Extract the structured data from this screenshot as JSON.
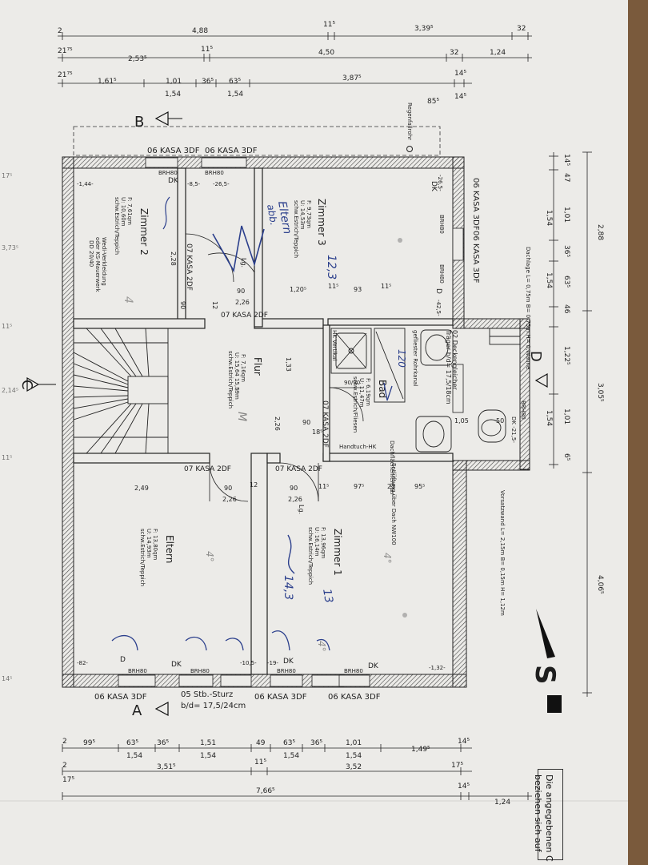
{
  "dims_top": {
    "row1": [
      "2",
      "4,88",
      "11⁵",
      "3,39⁵",
      "32"
    ],
    "row2": [
      "21⁷⁵",
      "2,53⁵",
      "11⁵",
      "4,50",
      "32",
      "1,24"
    ],
    "row3": [
      "21⁷⁵",
      "1,61⁵",
      "1,01",
      "36⁵",
      "63⁵",
      "3,87⁵",
      "14⁵"
    ],
    "row3b": [
      "1,54",
      "1,54",
      "85⁵",
      "14⁵"
    ]
  },
  "dims_bottom": {
    "row1": [
      "2",
      "99⁵",
      "63⁵",
      "36⁵",
      "1,51",
      "49",
      "63⁵",
      "36⁵",
      "1,01",
      "1,49⁵",
      "14⁵"
    ],
    "row1b": [
      "1,54",
      "1,54",
      "1,54",
      "1,54"
    ],
    "row2": [
      "2",
      "3,51⁵",
      "11⁵",
      "3,52",
      "17⁵"
    ],
    "row3": [
      "17⁵",
      "7,66⁵",
      "14⁵",
      "1,24"
    ]
  },
  "dims_right": {
    "row1": [
      "14⁵",
      "47",
      "1,01",
      "36⁵",
      "63⁵",
      "46",
      "1,22⁵",
      "1,01",
      "6⁵"
    ],
    "row1b": [
      "1,54",
      "1,54",
      "1,54"
    ],
    "row2": [
      "2,88",
      "3,05⁵",
      "4,06⁵"
    ]
  },
  "dims_left_edge": [
    "17⁵",
    "3,73⁵",
    "11⁵",
    "2,14⁵",
    "11⁵",
    "14⁵"
  ],
  "section_marks": {
    "b": "B",
    "a": "A",
    "c": "C",
    "d": "D"
  },
  "windows_top": [
    "06 KASA 3DF",
    "06 KASA 3DF"
  ],
  "windows_bottom": [
    "06 KASA 3DF",
    "05 Stb.-Sturz",
    "b/d= 17,5/24cm",
    "06 KASA 3DF",
    "06 KASA 3DF"
  ],
  "windows_right": [
    "06 KASA 3DF",
    "06 KASA 3DF"
  ],
  "doors": [
    "07 KASA 2DF",
    "07 KASA 2DF",
    "07 KASA 2DF",
    "07 KASA 2DF",
    "07 KASA 2DF"
  ],
  "rooms": {
    "zimmer3": {
      "name": "Zimmer 3",
      "l1": "F: 9,73qm",
      "l2": "U: 14,53m",
      "l3": "schw.Estrich/Teppich"
    },
    "zimmer2": {
      "name": "Zimmer 2",
      "l1": "F: 7,61qm",
      "l2": "U: 10,60m",
      "l3": "schw.Estrich/Teppich"
    },
    "flur": {
      "name": "Flur",
      "l1": "F: 7,16qm",
      "l2": "U: 15,64 15,59m",
      "l3": "schw.Estrich/Teppich"
    },
    "bad": {
      "name": "Bad",
      "l1": "F: 6,19qm",
      "l2": "U: 11,47m",
      "l3": "schw.Estrich/Fliesen"
    },
    "eltern": {
      "name": "Eltern",
      "l1": "F: 13,80qm",
      "l2": "U: 14,93m",
      "l3": "schw.Estrich/Teppich"
    },
    "zimmer1": {
      "name": "Zimmer 1",
      "l1": "F: 13,96qm",
      "l2": "U: 16,14m",
      "l3": "schw.Estrich/Teppich"
    }
  },
  "labels": {
    "regen": "Regenfallrohr",
    "brh80": "BRH80",
    "dk": "DK",
    "d": "D",
    "minus144": "-1,44-",
    "minus85": "-8,5-",
    "minus265": "-26,5-",
    "minus425": "-42,5-",
    "dk215": "DK -21,5-",
    "minus82": "-82-",
    "minus105": "-10,5-",
    "minus19": "-19-",
    "minus132": "-1,32-",
    "wall_note1": "Wedi-Verkleidung",
    "wall_note2": "oder KS-Mauerwerk",
    "wall_note3": "DD 20/40",
    "pipe": "gefliester Rohrkanal",
    "handtuch": "Handtuch-HK",
    "entluftung": "Entlüftung über Dach NW100",
    "decke1": "02 Deckengleicher",
    "decke2": "Träger b/d= 17,5/18cm",
    "dach_l": "Dachflächenfenster",
    "hk_vertikal": "HK Vertikal",
    "shower": "90/90",
    "f228": "2,28",
    "f226": "2,26",
    "f90": "90",
    "f120": "1,20⁵",
    "f93": "93",
    "f133": "1,33",
    "f249": "2,49",
    "f105": "1,05",
    "f50": "50",
    "f97": "97⁵",
    "f22": "22",
    "f95": "95⁵",
    "f12": "12",
    "f11": "11⁵",
    "f185": "18⁵",
    "lage": "Lg.",
    "dach_note": "Dachlage L= 0,75m B= 0,75m H= 0,Wanne",
    "vor_note": "Vorsatzwand L= 2,15m B= 0,15m H= 1,12m",
    "north": "S"
  },
  "handwritten": {
    "z3_a": "Eltern",
    "z3_b": "abb.",
    "z3_c": "12,3",
    "z1_a": "13",
    "z1_b": "14,3",
    "bad_num": "120",
    "flur_m": "M",
    "z2_m": "4",
    "sq1": "4°",
    "sq2": "4°",
    "sq3": "4°"
  },
  "note": {
    "l1": "Die angegebenen C",
    "l2": "beziehen sich auf"
  }
}
